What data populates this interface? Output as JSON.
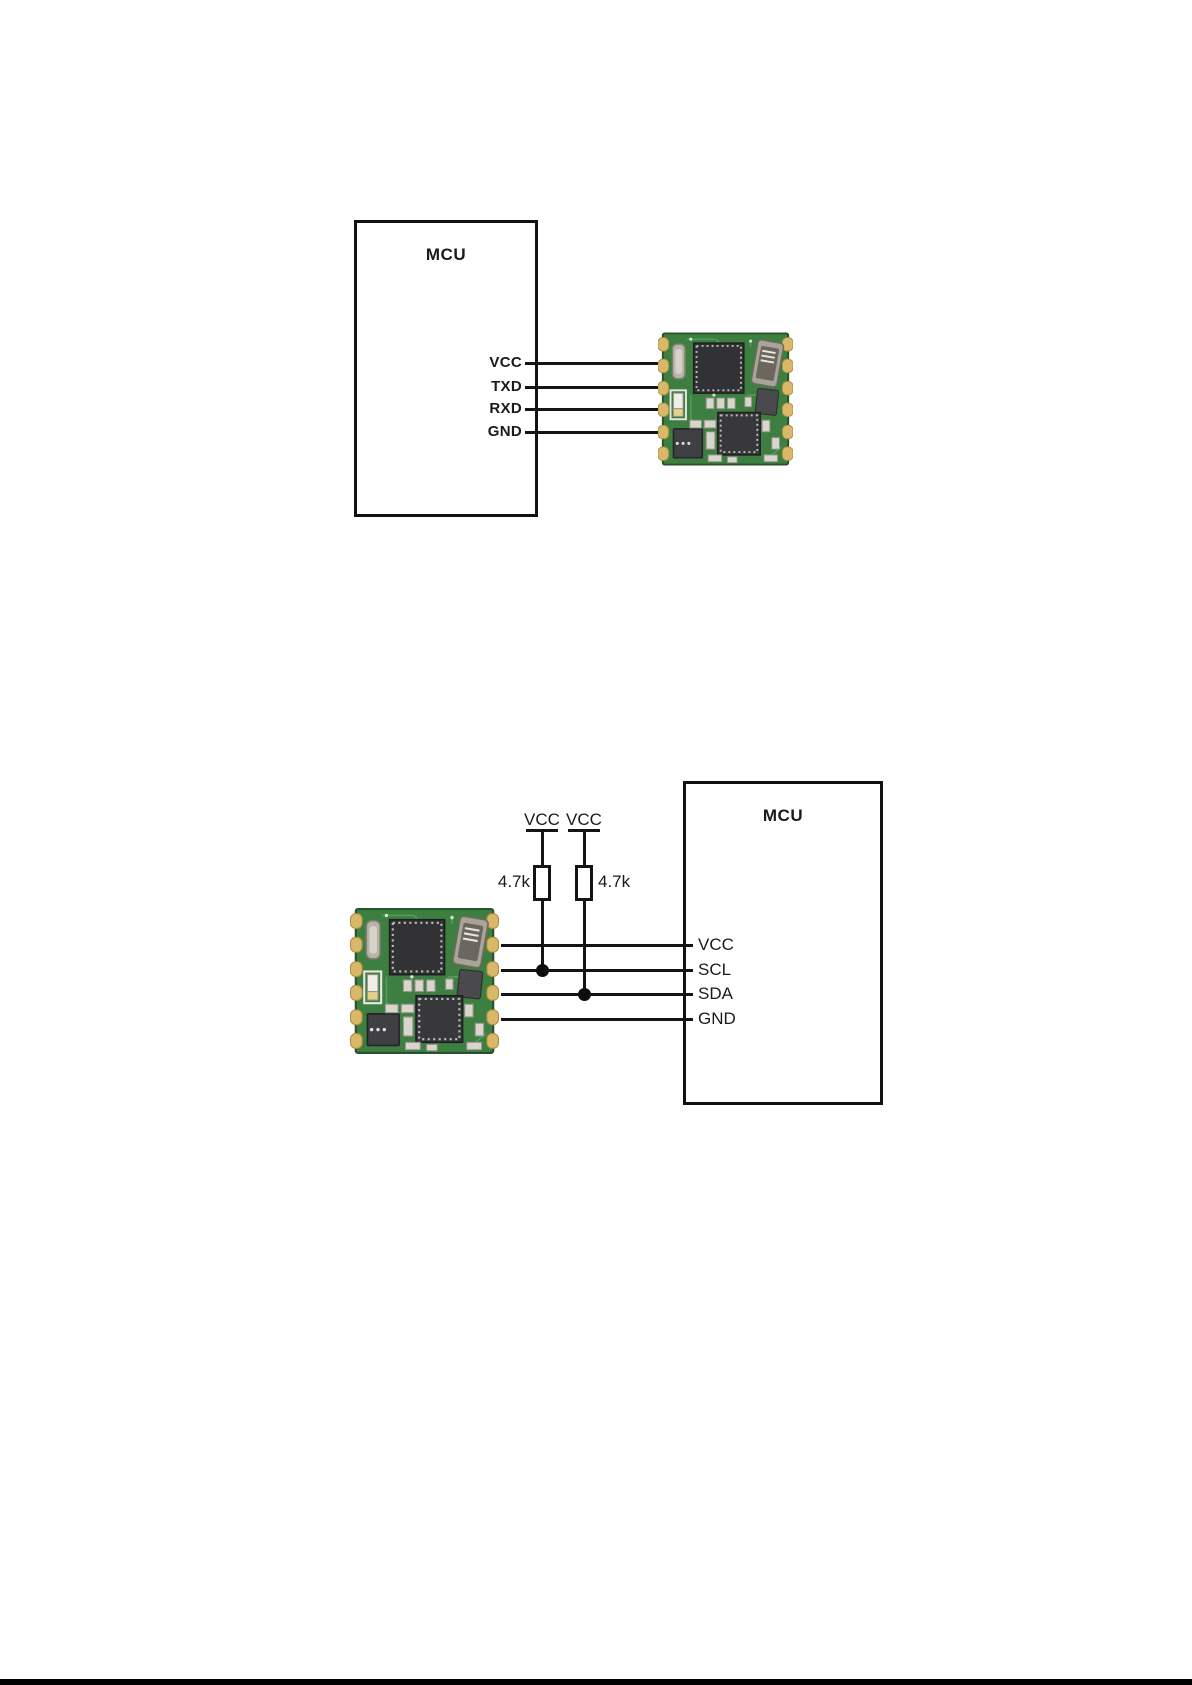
{
  "page": {
    "background": "#ffffff",
    "footer_bar_color": "#000000"
  },
  "colors": {
    "line": "#141414",
    "box_border": "#111111",
    "pcb_green": "#3c7f41",
    "pcb_green_dark": "#27522b",
    "pad_gold": "#d9b86a",
    "ic_dark": "#35353a",
    "metal_silver": "#aba69b"
  },
  "top_diagram": {
    "mcu_label": "MCU",
    "pins": [
      {
        "label": "VCC"
      },
      {
        "label": "TXD"
      },
      {
        "label": "RXD"
      },
      {
        "label": "GND"
      }
    ],
    "module_icon": "pcb-module-photo"
  },
  "bottom_diagram": {
    "mcu_label": "MCU",
    "pins": [
      {
        "label": "VCC"
      },
      {
        "label": "SCL"
      },
      {
        "label": "SDA"
      },
      {
        "label": "GND"
      }
    ],
    "pullups": [
      {
        "net": "VCC",
        "value": "4.7k",
        "connects_to": "SCL"
      },
      {
        "net": "VCC",
        "value": "4.7k",
        "connects_to": "SDA"
      }
    ],
    "module_icon": "pcb-module-photo"
  }
}
